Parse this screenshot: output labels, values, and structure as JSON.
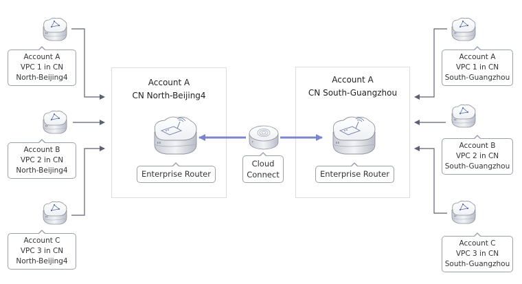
{
  "left_vpcs": [
    {
      "lines": [
        "Account A",
        "VPC 1 in CN",
        "North-Beijing4"
      ],
      "icon": "vpc-icon"
    },
    {
      "lines": [
        "Account B",
        "VPC 2 in CN",
        "North-Beijing4"
      ],
      "icon": "vpc-icon"
    },
    {
      "lines": [
        "Account C",
        "VPC 3 in CN",
        "North-Beijing4"
      ],
      "icon": "vpc-icon"
    }
  ],
  "right_vpcs": [
    {
      "lines": [
        "Account A",
        "VPC 1 in CN",
        "South-Guangzhou"
      ],
      "icon": "vpc-icon"
    },
    {
      "lines": [
        "Account B",
        "VPC 2 in CN",
        "South-Guangzhou"
      ],
      "icon": "vpc-icon"
    },
    {
      "lines": [
        "Account C",
        "VPC 3 in CN",
        "South-Guangzhou"
      ],
      "icon": "vpc-icon"
    }
  ],
  "regions": {
    "north": {
      "title_line1": "Account A",
      "title_line2": "CN North-Beijing4",
      "router_label": "Enterprise Router"
    },
    "south": {
      "title_line1": "Account A",
      "title_line2": "CN South-Guangzhou",
      "router_label": "Enterprise Router"
    }
  },
  "cloud_connect": {
    "line1": "Cloud",
    "line2": "Connect",
    "icon": "cloud-connect-icon"
  },
  "colors": {
    "connector": "#5c6070",
    "cloud_connect_link": "#7b85c9",
    "region_border": "#dcdcdc",
    "callout_border": "#9aa0ac"
  }
}
